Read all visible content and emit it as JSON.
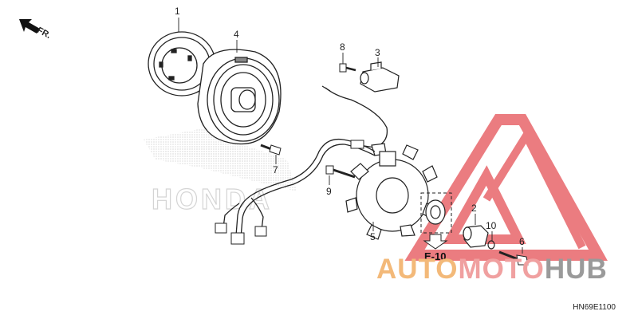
{
  "orientation": {
    "label": "FR."
  },
  "callouts": {
    "p1": "1",
    "p2": "2",
    "p3": "3",
    "p4": "4",
    "p5": "5",
    "p6": "6",
    "p7": "7",
    "p8": "8",
    "p9": "9",
    "p10": "10"
  },
  "reference": {
    "label": "E-10"
  },
  "diagram_code": "HN69E1100",
  "watermark": {
    "brand_part1": "AUTO",
    "brand_part2": "MOTO",
    "brand_part3": "HUB",
    "background_logo": "HONDA",
    "colors": {
      "triangle": "#e8666b",
      "auto": "#f3b979",
      "moto": "#f0a0a0",
      "hub": "#9a9a9a"
    }
  }
}
